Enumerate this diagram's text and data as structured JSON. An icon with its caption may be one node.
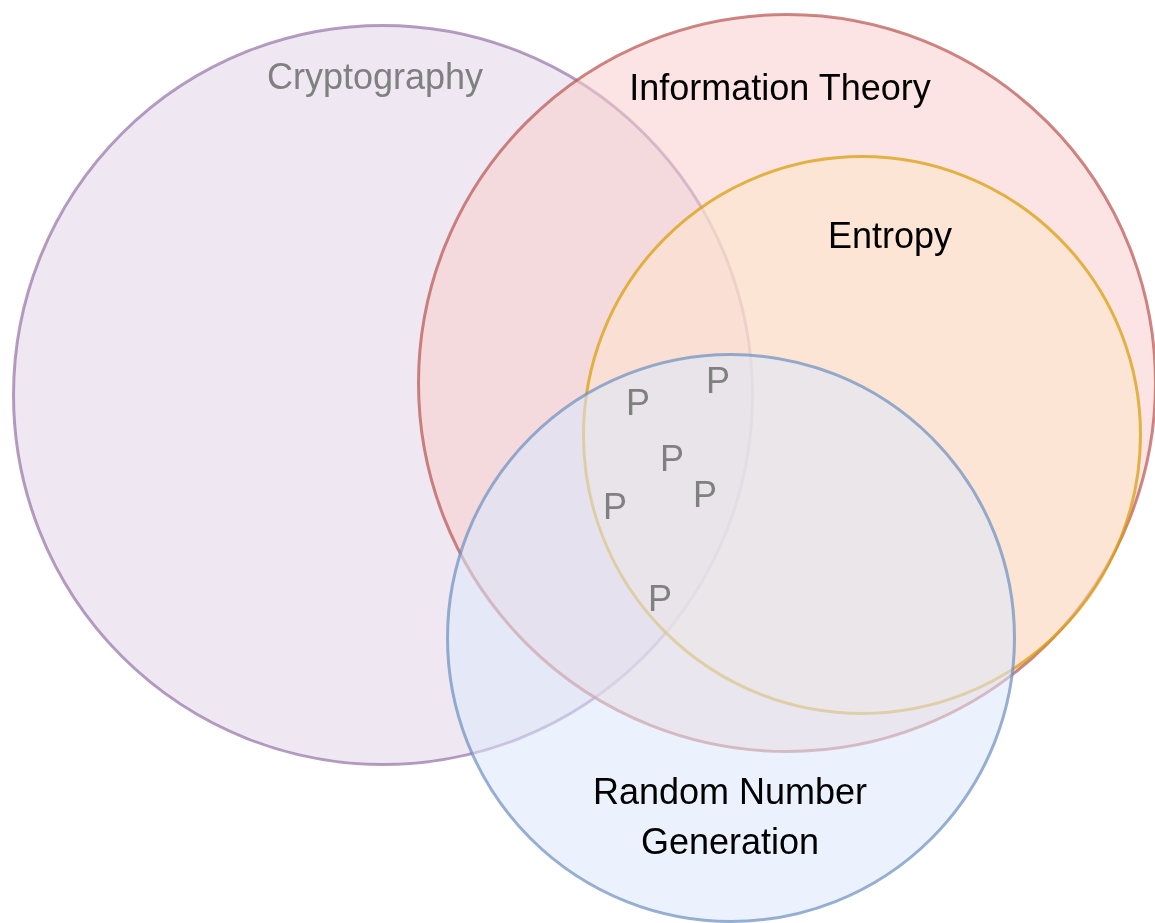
{
  "diagram": {
    "nodes": [
      {
        "text": [
          "Cryptography"
        ]
      },
      {
        "text": [
          "Information Theory"
        ]
      },
      {
        "text": [
          "Entropy"
        ],
        "in": 1
      },
      {
        "text": [
          "Random Number Generation"
        ]
      }
    ],
    "labels": [
      "P",
      "P",
      "P",
      "P",
      "P",
      "P"
    ]
  }
}
